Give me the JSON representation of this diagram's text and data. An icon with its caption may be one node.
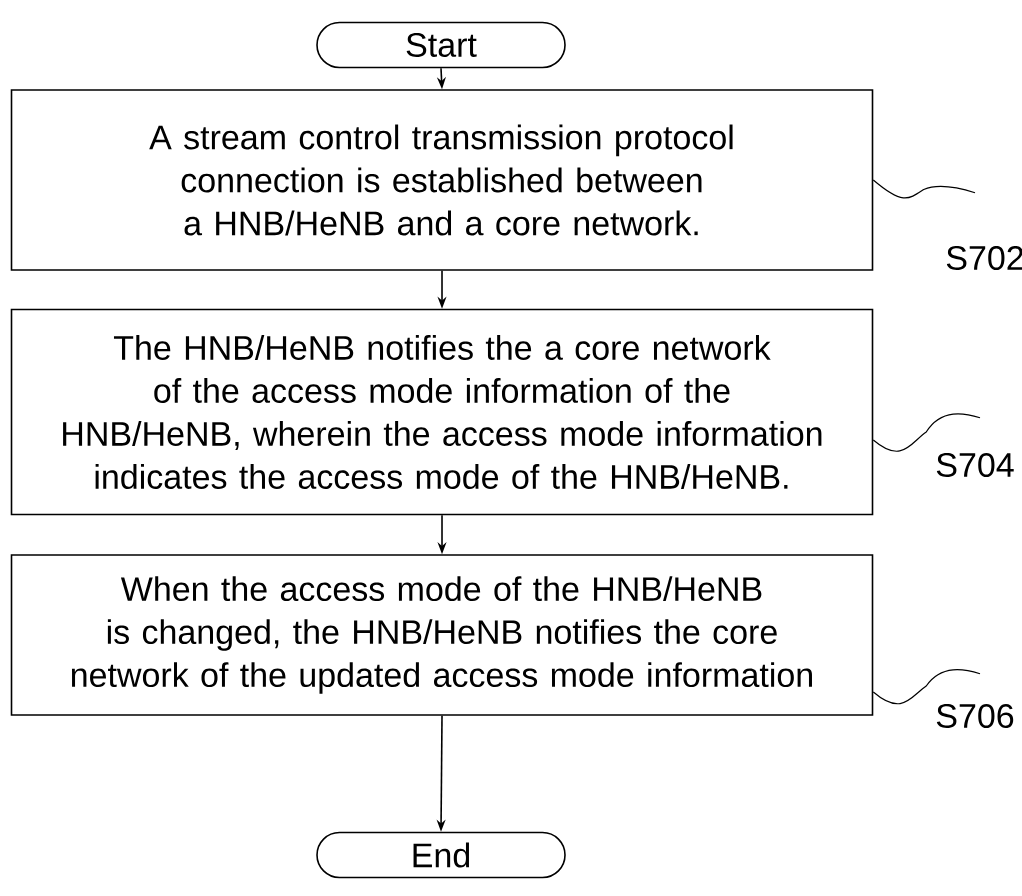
{
  "diagram": {
    "nodes": [
      {
        "text": [
          "Start"
        ]
      },
      {
        "text": [
          "A stream control transmission protocol connection is established between a HNB/HeNB and a core network."
        ]
      },
      {
        "text": [
          "The HNB/HeNB notifies the a core network of the access mode information of the HNB/HeNB, wherein the access mode information indicates the access mode of the HNB/HeNB."
        ]
      },
      {
        "text": [
          "When the access mode of the HNB/HeNB is changed, the HNB/HeNB notifies the core network of the updated access mode information"
        ]
      },
      {
        "text": [
          "End"
        ]
      },
      {
        "text": [
          "S702"
        ]
      },
      {
        "text": [
          "S704"
        ]
      },
      {
        "text": [
          "S706"
        ]
      }
    ],
    "edges": [
      {
        "from": 0,
        "to": 1,
        "arrow": "to"
      },
      {
        "from": 1,
        "to": 2,
        "arrow": "to"
      },
      {
        "from": 2,
        "to": 3,
        "arrow": "to"
      },
      {
        "from": 3,
        "to": 4,
        "arrow": "to"
      },
      {
        "from": 5,
        "to": 1,
        "arrow": "none"
      },
      {
        "from": 6,
        "to": 2,
        "arrow": "none"
      },
      {
        "from": 7,
        "to": 3,
        "arrow": "none"
      }
    ]
  }
}
